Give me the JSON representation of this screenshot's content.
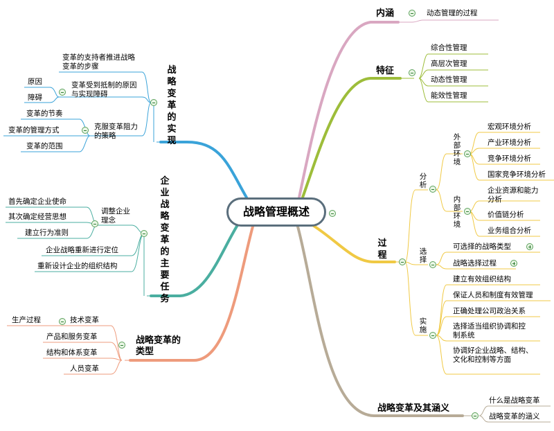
{
  "root": "战略管理概述",
  "neihan": {
    "title": "内涵",
    "items": [
      "动态管理的过程"
    ]
  },
  "tezheng": {
    "title": "特征",
    "items": [
      "综合性管理",
      "高层次管理",
      "动态性管理",
      "能效性管理"
    ]
  },
  "guocheng": {
    "title": "过程",
    "fenxi": {
      "label": "分析",
      "waibu": {
        "label": "外部环境",
        "items": [
          "宏观环境分析",
          "产业环境分析",
          "竞争环境分析",
          "国家竞争环境分析"
        ]
      },
      "neibu": {
        "label": "内部环境",
        "items": [
          "企业资源和能力分析",
          "价值链分析",
          "业务组合分析"
        ]
      }
    },
    "xuanze": {
      "label": "选择",
      "items": [
        "可选择的战略类型",
        "战略选择过程"
      ]
    },
    "shishi": {
      "label": "实施",
      "items": [
        "建立有效组织结构",
        "保证人员和制度有效管理",
        "正确处理公司政治关系",
        "选择适当组织协调和控制系统",
        "协调好企业战略、结构、文化和控制等方面"
      ]
    }
  },
  "biange_hanyi": {
    "title": "战略变革及其涵义",
    "items": [
      "什么是战略变革",
      "战略变革的涵义"
    ]
  },
  "biange_shixian": {
    "title": "战略变革的实现",
    "items": {
      "buzhou": "变革的支持者推进战略变革的步骤",
      "zhangai": "变革受到抵制的原因与实现障碍",
      "zhangai_sub": [
        "原因",
        "障碍"
      ],
      "celue": "克服变革阻力的策略",
      "celue_sub": [
        "变革的节奏",
        "变革的管理方式",
        "变革的范围"
      ]
    }
  },
  "zhuyao_renwu": {
    "title": "企业战略变革的主要任务",
    "linian": "调整企业理念",
    "linian_sub": [
      "首先确定企业使命",
      "其次确定经营思想",
      "建立行为准则"
    ],
    "others": [
      "企业战略重新进行定位",
      "重新设计企业的组织结构"
    ]
  },
  "leixing": {
    "title": "战略变革的类型",
    "jishu": "技术变革",
    "jishu_sub": [
      "生产过程"
    ],
    "others": [
      "产品和服务变革",
      "结构和体系变革",
      "人员变革"
    ]
  },
  "colors": {
    "neihan": "#d9a7c1",
    "tezheng": "#9dbd3a",
    "guocheng": "#f0c944",
    "hanyi": "#b7ab97",
    "shixian": "#3aa3d9",
    "renwu": "#4aaea0",
    "leixing": "#ee9b7c"
  }
}
